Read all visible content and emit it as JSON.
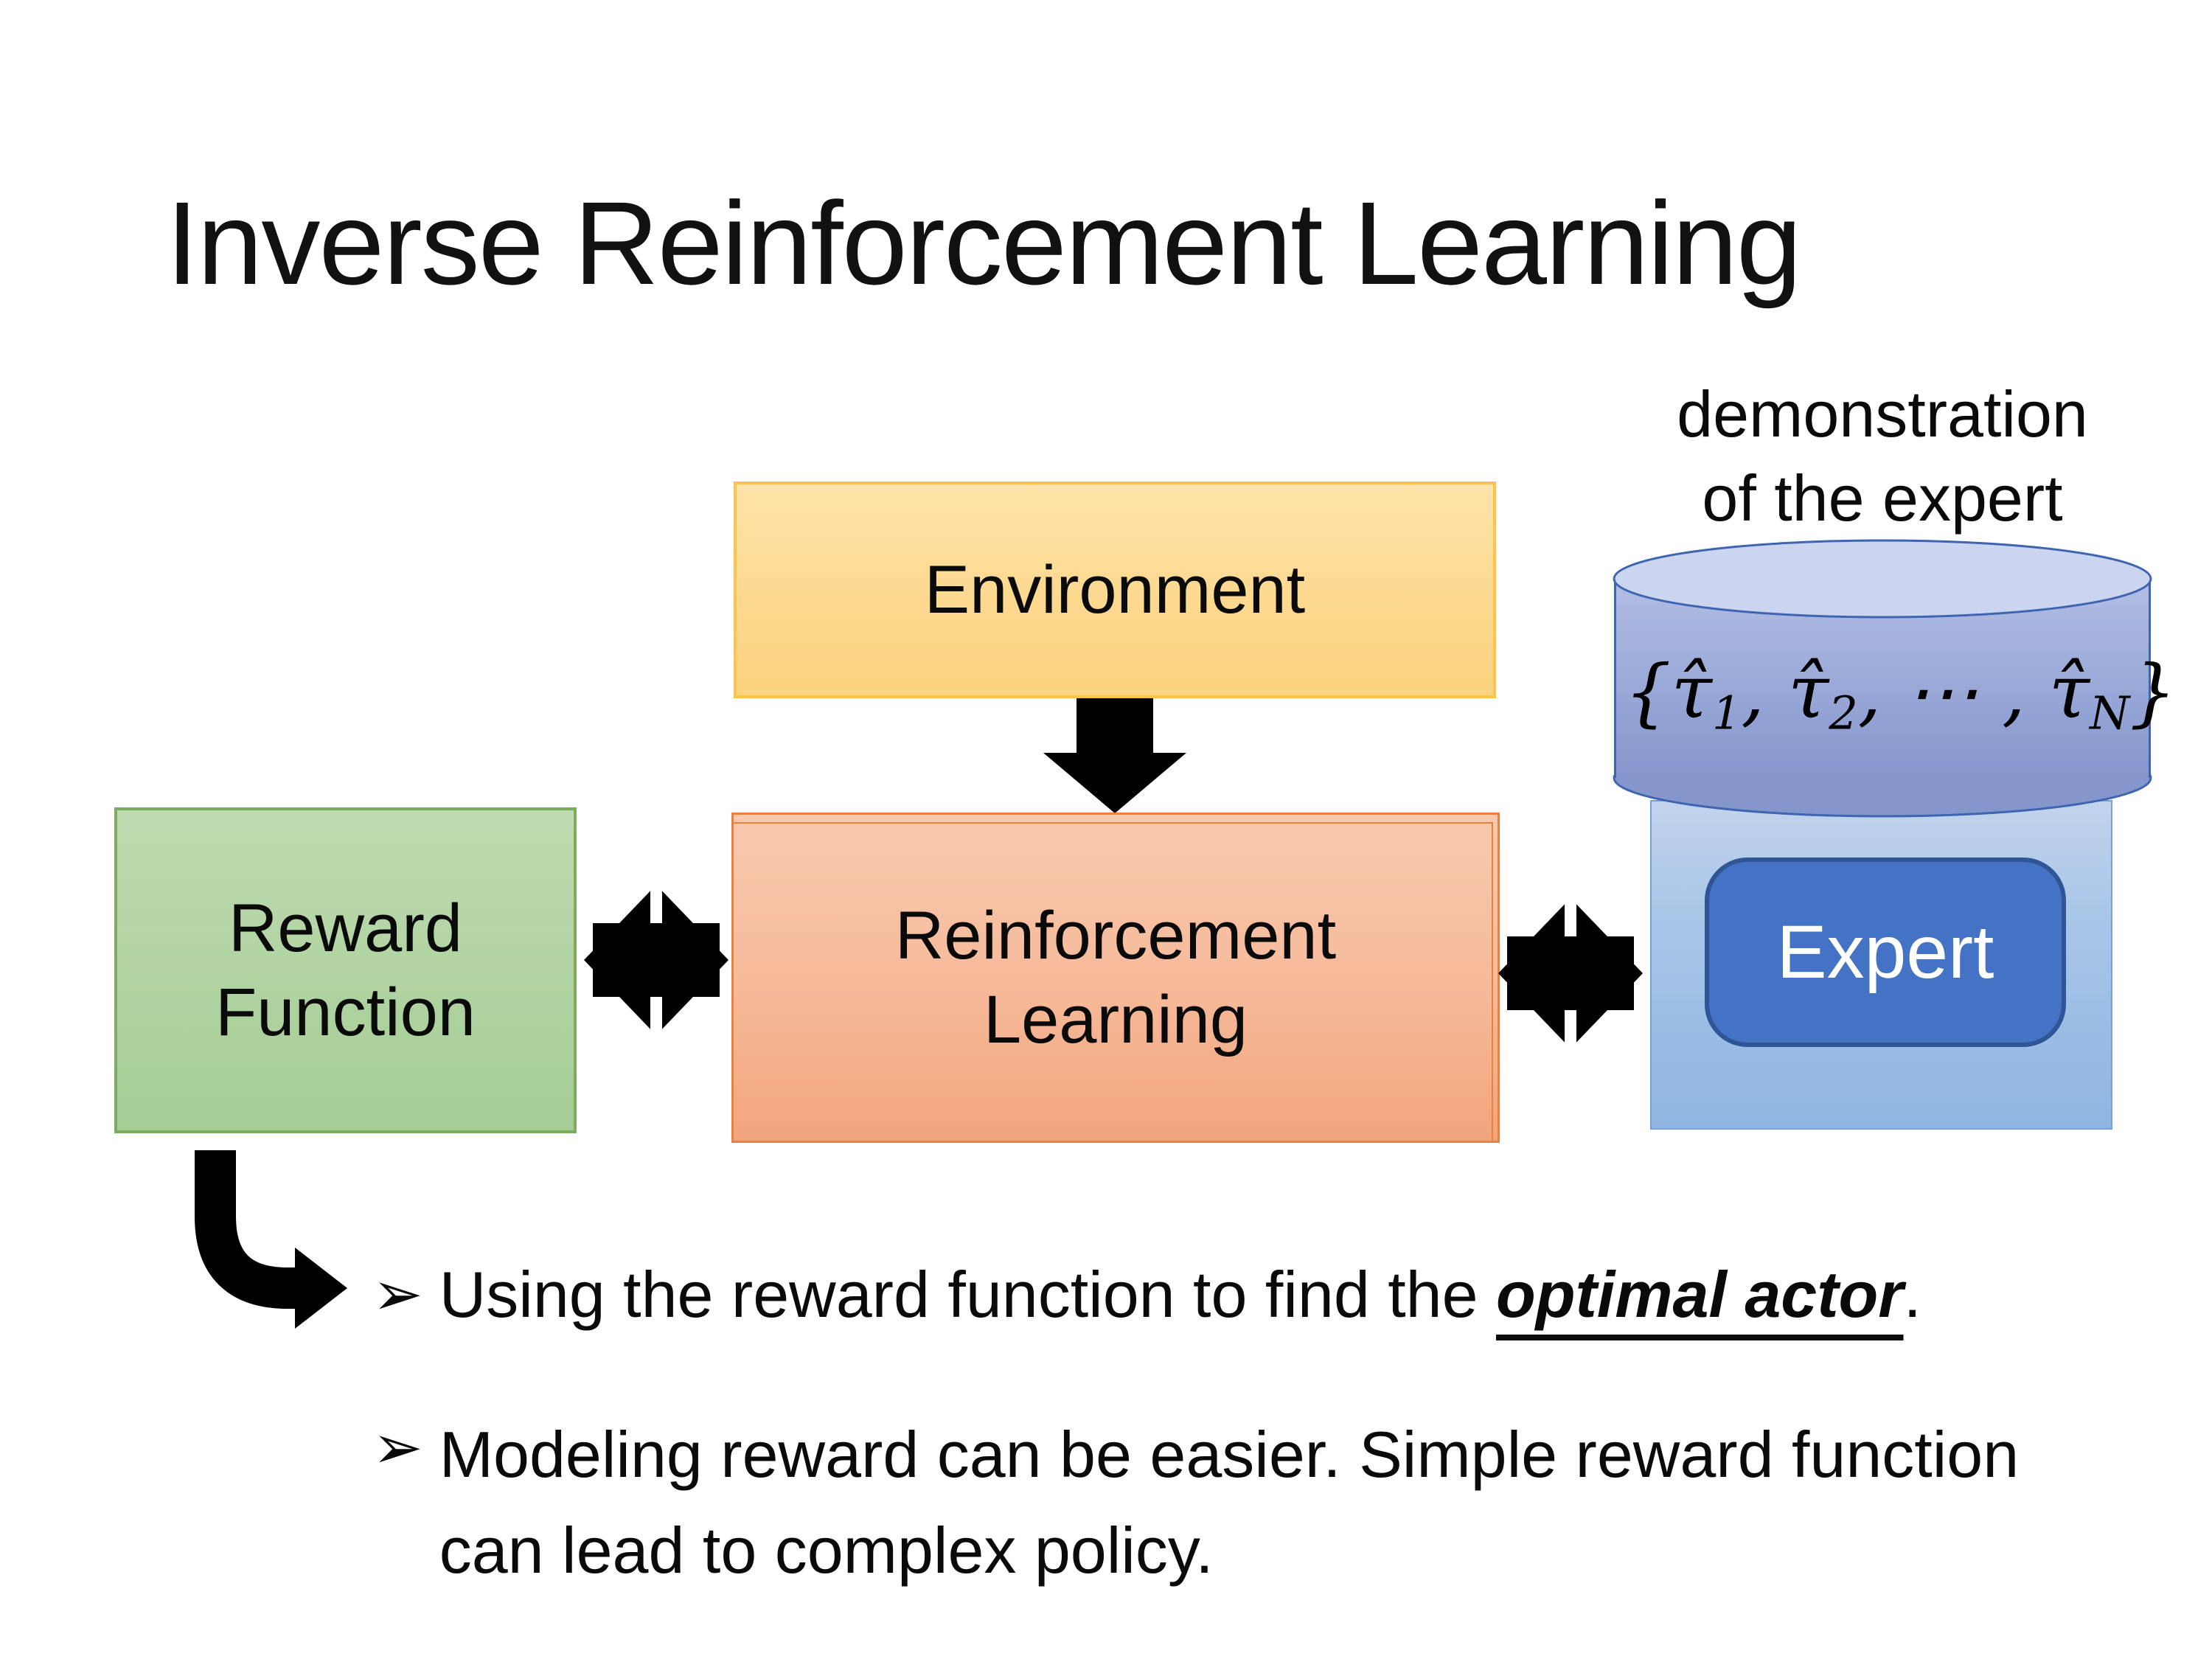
{
  "slide": {
    "title": "Inverse Reinforcement Learning",
    "background_color": "#FFFFFF"
  },
  "diagram": {
    "demonstration_caption": {
      "line1": "demonstration",
      "line2": "of the expert"
    },
    "cylinder": {
      "formula_parts": [
        {
          "t": "{"
        },
        {
          "t": "τ̂"
        },
        {
          "sub": "1"
        },
        {
          "t": ", "
        },
        {
          "t": "τ̂"
        },
        {
          "sub": "2"
        },
        {
          "t": ", ⋯ , "
        },
        {
          "t": "τ̂"
        },
        {
          "sub": "N"
        },
        {
          "t": "}"
        }
      ]
    },
    "boxes": {
      "environment": {
        "label": "Environment"
      },
      "reward_function": {
        "line1": "Reward",
        "line2": "Function"
      },
      "reinforcement_learning": {
        "line1": "Reinforcement",
        "line2": "Learning"
      },
      "expert": {
        "label": "Expert"
      }
    },
    "colors": {
      "environment_fill": "#FDD990",
      "environment_border": "#FFC24D",
      "rl_fill": "#F6BB9B",
      "rl_border": "#E8823D",
      "reward_fill": "#B1D4A2",
      "reward_border": "#7BAD61",
      "cylinder_body_fill": "#9AA8D6",
      "cylinder_top_fill": "#CBD5EF",
      "cylinder_border": "#3F65B1",
      "expert_bg_fill": "#A9C6E8",
      "expert_bg_border": "#74A2D6",
      "expert_button_fill": "#4472C4",
      "expert_button_border": "#2F5597",
      "arrow_color": "#000000"
    }
  },
  "bullets": {
    "item1": {
      "marker": "➢",
      "pre": "Using the reward function to find the ",
      "emphasis": "optimal actor",
      "post": "."
    },
    "item2": {
      "marker": "➢",
      "text": "Modeling reward can be easier. Simple reward function can lead to complex policy."
    }
  }
}
